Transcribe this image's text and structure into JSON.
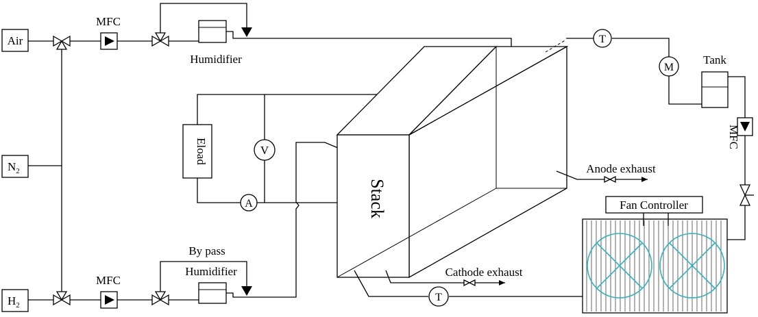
{
  "labels": {
    "air": "Air",
    "n2": "N",
    "n2_sub": "2",
    "h2": "H",
    "h2_sub": "2",
    "mfc_top": "MFC",
    "mfc_bottom": "MFC",
    "mfc_right": "MFC",
    "humidifier_top": "Humidifier",
    "humidifier_bottom": "Humidifier",
    "bypass": "By pass",
    "eload": "Eload",
    "voltmeter": "V",
    "ammeter": "A",
    "stack": "Stack",
    "temp_top": "T",
    "temp_bottom": "T",
    "pump": "M",
    "tank": "Tank",
    "anode_exhaust": "Anode exhaust",
    "cathode_exhaust": "Cathode exhaust",
    "fan_controller": "Fan Controller"
  },
  "colors": {
    "lines": "#000000",
    "fan_outline": "#2bb3c0",
    "background": "#ffffff"
  }
}
